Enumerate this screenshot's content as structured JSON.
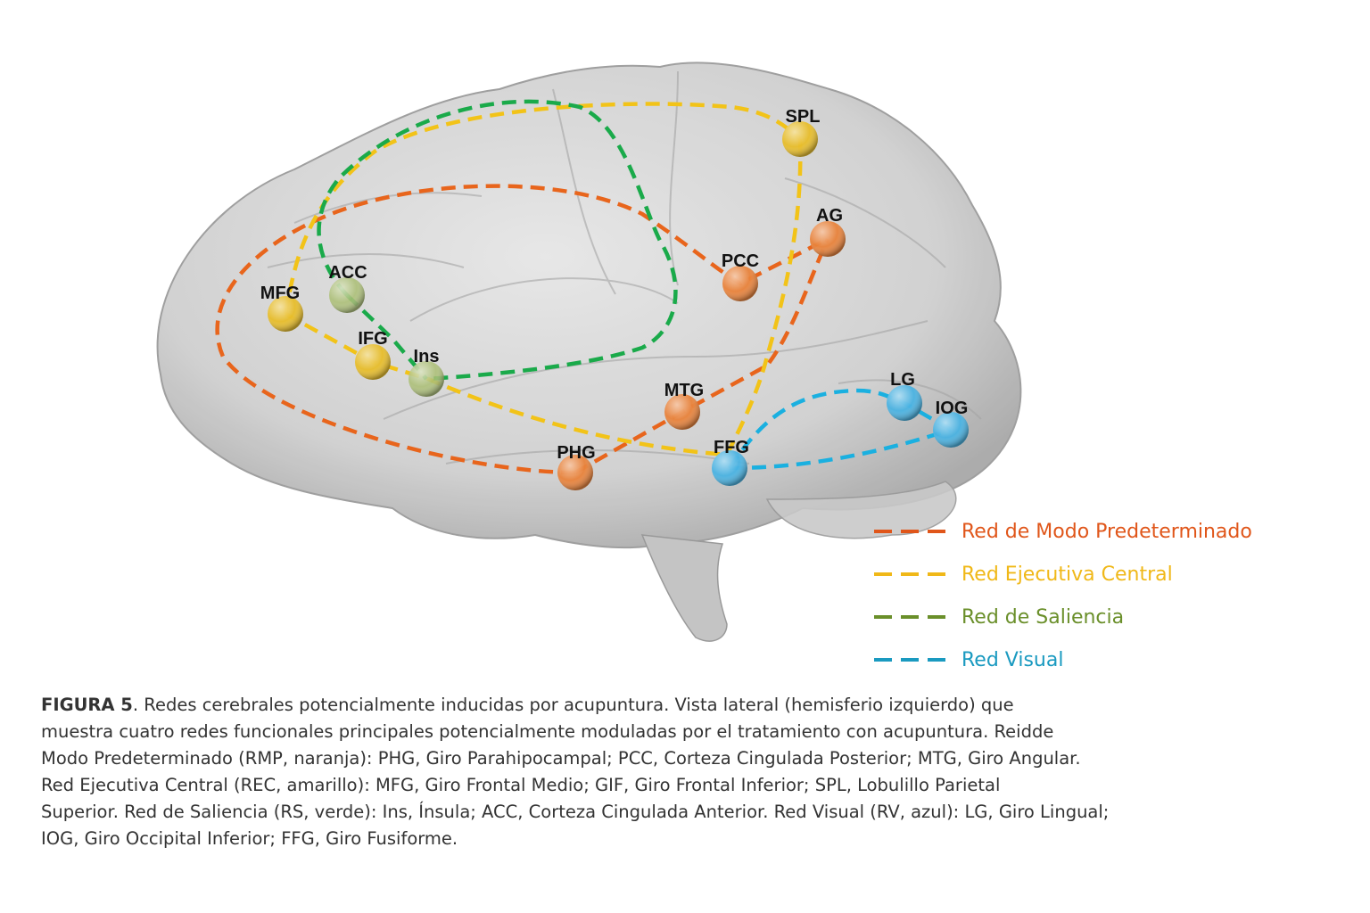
{
  "figure": {
    "networks": [
      {
        "key": "dmn",
        "label": "Red de Modo Predeterminado",
        "color": "#e8651c",
        "node_color": "#e8823a"
      },
      {
        "key": "cen",
        "label": "Red Ejecutiva Central",
        "color": "#f2c318",
        "node_color": "#e7bd2a"
      },
      {
        "key": "sn",
        "label": "Red de Saliencia",
        "color": "#1aaa4a",
        "legend_color": "#6a8f2a",
        "node_color": "#a9bd72"
      },
      {
        "key": "vn",
        "label": "Red Visual",
        "color": "#1ab0e0",
        "legend_color": "#1a9ac0",
        "node_color": "#4ab2e2"
      }
    ],
    "nodes": [
      {
        "id": "MFG",
        "label": "MFG",
        "network": "cen"
      },
      {
        "id": "ACC",
        "label": "ACC",
        "network": "sn"
      },
      {
        "id": "IFG",
        "label": "IFG",
        "network": "cen"
      },
      {
        "id": "Ins",
        "label": "Ins",
        "network": "sn"
      },
      {
        "id": "SPL",
        "label": "SPL",
        "network": "cen"
      },
      {
        "id": "AG",
        "label": "AG",
        "network": "dmn"
      },
      {
        "id": "PCC",
        "label": "PCC",
        "network": "dmn"
      },
      {
        "id": "MTG",
        "label": "MTG",
        "network": "dmn"
      },
      {
        "id": "PHG",
        "label": "PHG",
        "network": "dmn"
      },
      {
        "id": "FFG",
        "label": "FFG",
        "network": "vn"
      },
      {
        "id": "LG",
        "label": "LG",
        "network": "vn"
      },
      {
        "id": "IOG",
        "label": "IOG",
        "network": "vn"
      }
    ]
  },
  "legend": {
    "items": [
      {
        "label": "Red de Modo Predeterminado",
        "color": "#e0561a"
      },
      {
        "label": "Red Ejecutiva Central",
        "color": "#f0b818"
      },
      {
        "label": "Red de Saliencia",
        "color": "#6a8f2a"
      },
      {
        "label": "Red Visual",
        "color": "#1a9ac0"
      }
    ]
  },
  "caption": {
    "figure_label": "FIGURA 5",
    "lines": [
      ". Redes cerebrales potencialmente inducidas por acupuntura. Vista lateral (hemisferio izquierdo) que",
      "muestra cuatro redes funcionales principales potencialmente moduladas por el tratamiento con acupuntura. Reidde",
      "Modo Predeterminado (RMP, naranja): PHG, Giro Parahipocampal; PCC, Corteza Cingulada Posterior; MTG, Giro Angular.",
      "Red Ejecutiva Central (REC, amarillo): MFG, Giro Frontal Medio; GIF, Giro Frontal Inferior; SPL, Lobulillo Parietal",
      "Superior. Red de Saliencia (RS, verde): Ins, Ínsula; ACC, Corteza Cingulada Anterior. Red Visual (RV, azul): LG, Giro Lingual;",
      "IOG, Giro Occipital Inferior; FFG, Giro Fusiforme."
    ]
  }
}
